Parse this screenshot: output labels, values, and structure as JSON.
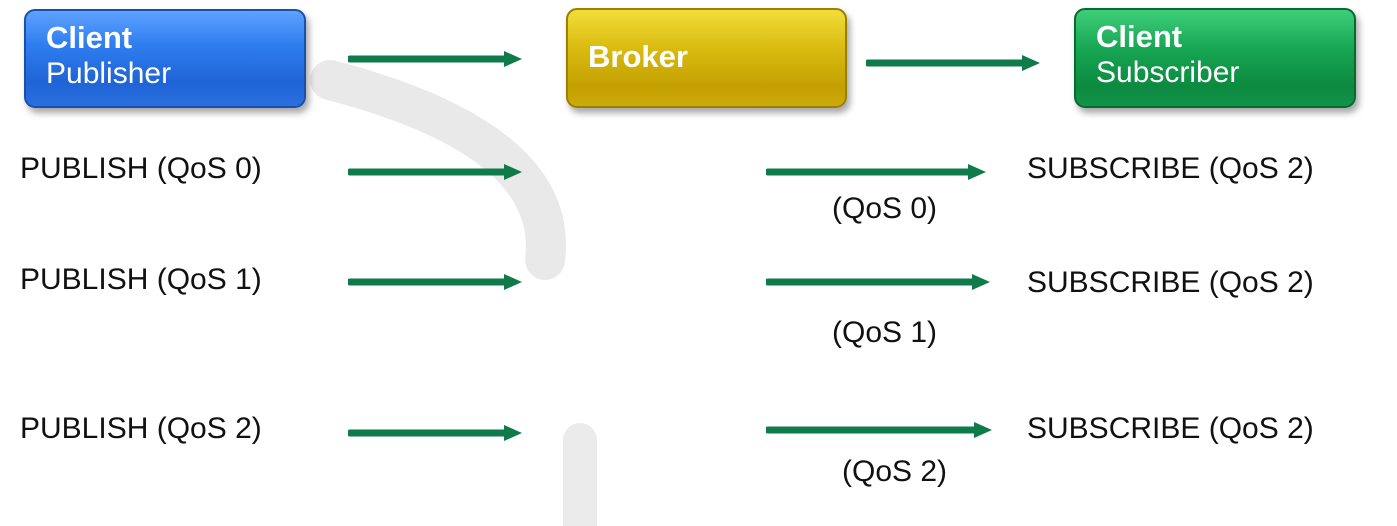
{
  "nodes": {
    "publisher": {
      "title": "Client",
      "subtitle": "Publisher",
      "color": "#2f7ef0"
    },
    "broker": {
      "title": "Broker",
      "color": "#d4b40c"
    },
    "subscriber": {
      "title": "Client",
      "subtitle": "Subscriber",
      "color": "#17a653"
    }
  },
  "arrow_color": "#0f7a4a",
  "rows": [
    {
      "publish": "PUBLISH (QoS 0)",
      "delivered": "(QoS 0)",
      "subscribe": "SUBSCRIBE (QoS 2)"
    },
    {
      "publish": "PUBLISH (QoS 1)",
      "delivered": "(QoS 1)",
      "subscribe": "SUBSCRIBE (QoS 2)"
    },
    {
      "publish": "PUBLISH (QoS 2)",
      "delivered": "(QoS 2)",
      "subscribe": "SUBSCRIBE (QoS 2)"
    }
  ]
}
